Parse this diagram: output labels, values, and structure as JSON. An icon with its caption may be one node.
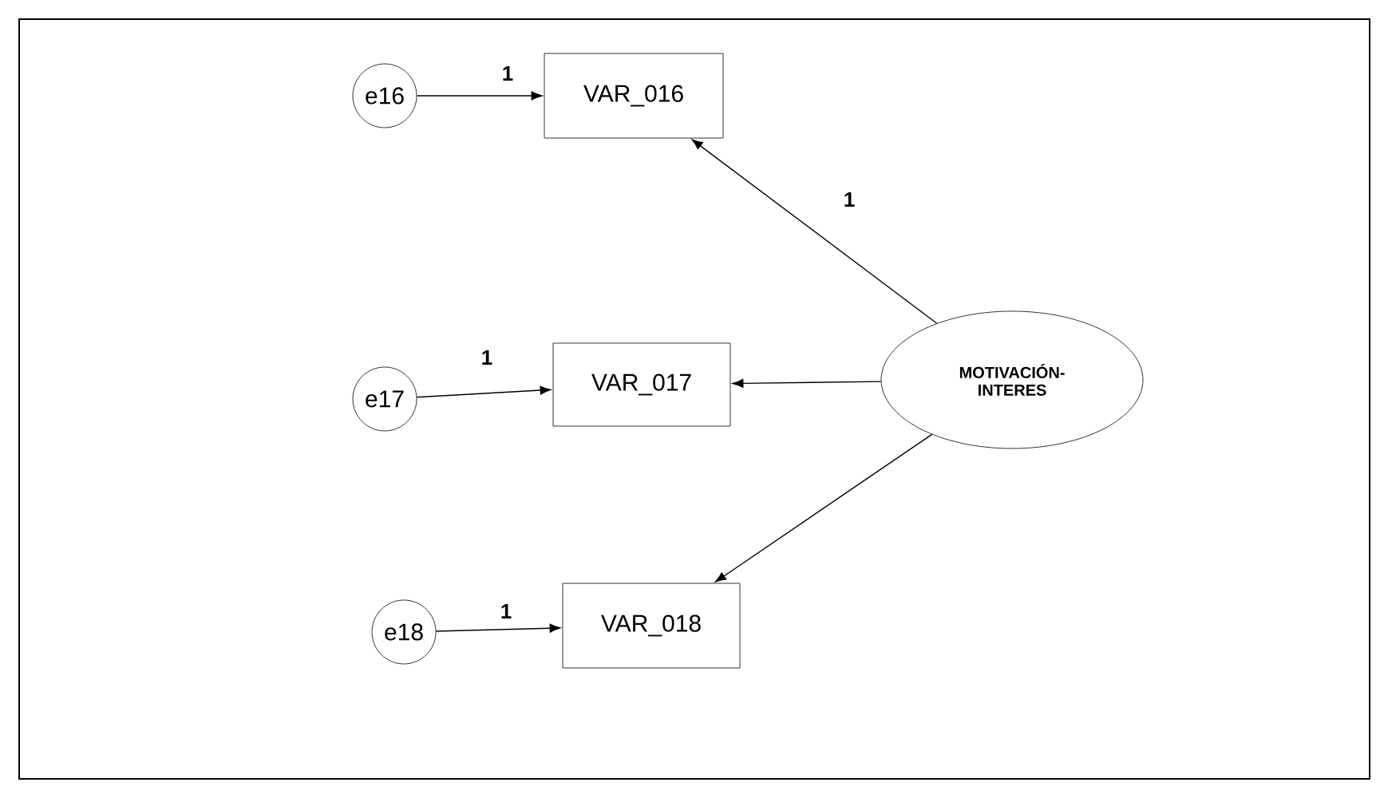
{
  "diagram": {
    "nodes": [
      {
        "text": [
          "e16"
        ]
      },
      {
        "text": [
          "VAR_016"
        ]
      },
      {
        "text": [
          "e17"
        ]
      },
      {
        "text": [
          "VAR_017"
        ]
      },
      {
        "text": [
          "MOTIVACIÓN- INTERES"
        ]
      },
      {
        "text": [
          "e18"
        ]
      },
      {
        "text": [
          "VAR_018"
        ]
      }
    ],
    "edges": [
      {
        "from": 0,
        "to": 1,
        "arrow": "to",
        "label": "1"
      },
      {
        "from": 2,
        "to": 3,
        "arrow": "to",
        "label": "1"
      },
      {
        "from": 4,
        "to": 1,
        "arrow": "to",
        "label": "1"
      },
      {
        "from": 4,
        "to": 3,
        "arrow": "to"
      },
      {
        "from": 5,
        "to": 6,
        "arrow": "to",
        "label": "1"
      },
      {
        "from": 4,
        "to": 6,
        "arrow": "to"
      }
    ]
  }
}
